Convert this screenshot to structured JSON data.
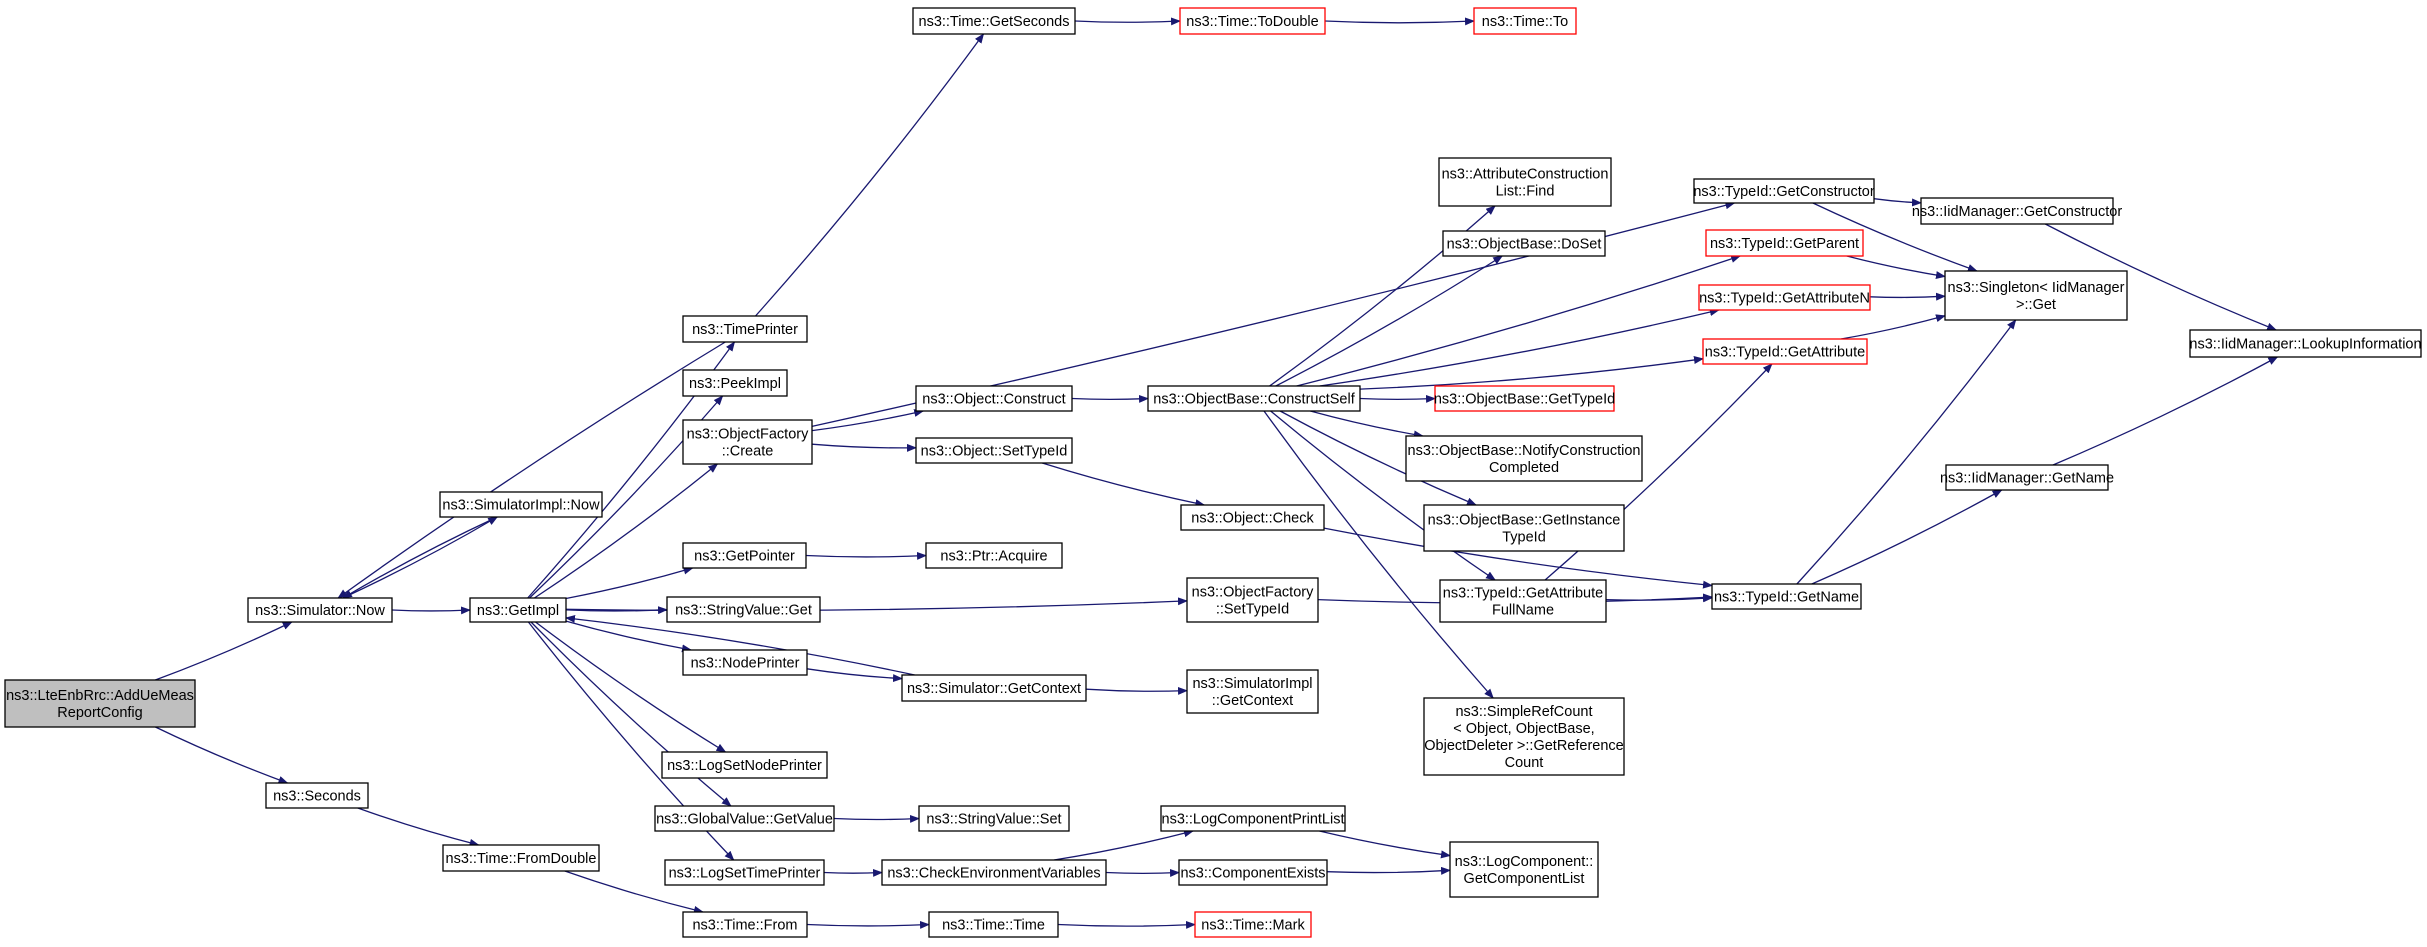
{
  "colors": {
    "edge": "#191970",
    "node_border": "#000000",
    "node_border_truncated": "#ff0000",
    "root_fill": "#bfbfbf",
    "node_fill": "#ffffff"
  },
  "nodes": [
    {
      "id": "root",
      "lines": [
        "ns3::LteEnbRrc::AddUeMeas",
        "ReportConfig"
      ],
      "style": "root"
    },
    {
      "id": "sim_now",
      "lines": [
        "ns3::Simulator::Now"
      ]
    },
    {
      "id": "seconds",
      "lines": [
        "ns3::Seconds"
      ]
    },
    {
      "id": "simimpl_now",
      "lines": [
        "ns3::SimulatorImpl::Now"
      ]
    },
    {
      "id": "getimpl",
      "lines": [
        "ns3::GetImpl"
      ]
    },
    {
      "id": "timeprinter",
      "lines": [
        "ns3::TimePrinter"
      ]
    },
    {
      "id": "peekimpl",
      "lines": [
        "ns3::PeekImpl"
      ]
    },
    {
      "id": "objfactory_create",
      "lines": [
        "ns3::ObjectFactory",
        "::Create"
      ]
    },
    {
      "id": "getpointer",
      "lines": [
        "ns3::GetPointer"
      ]
    },
    {
      "id": "stringvalue_get",
      "lines": [
        "ns3::StringValue::Get"
      ]
    },
    {
      "id": "nodeprinter",
      "lines": [
        "ns3::NodePrinter"
      ]
    },
    {
      "id": "logsetnodeprinter",
      "lines": [
        "ns3::LogSetNodePrinter"
      ]
    },
    {
      "id": "globalvalue_getvalue",
      "lines": [
        "ns3::GlobalValue::GetValue"
      ]
    },
    {
      "id": "logsettimeprinter",
      "lines": [
        "ns3::LogSetTimePrinter"
      ]
    },
    {
      "id": "time_fromdouble",
      "lines": [
        "ns3::Time::FromDouble"
      ]
    },
    {
      "id": "time_from",
      "lines": [
        "ns3::Time::From"
      ]
    },
    {
      "id": "time_getseconds",
      "lines": [
        "ns3::Time::GetSeconds"
      ]
    },
    {
      "id": "time_todouble",
      "lines": [
        "ns3::Time::ToDouble"
      ],
      "style": "truncated"
    },
    {
      "id": "time_to",
      "lines": [
        "ns3::Time::To"
      ],
      "style": "truncated"
    },
    {
      "id": "object_construct",
      "lines": [
        "ns3::Object::Construct"
      ]
    },
    {
      "id": "object_settypeid",
      "lines": [
        "ns3::Object::SetTypeId"
      ]
    },
    {
      "id": "ptr_acquire",
      "lines": [
        "ns3::Ptr::Acquire"
      ]
    },
    {
      "id": "sim_getcontext",
      "lines": [
        "ns3::Simulator::GetContext"
      ]
    },
    {
      "id": "stringvalue_set",
      "lines": [
        "ns3::StringValue::Set"
      ]
    },
    {
      "id": "checkenv",
      "lines": [
        "ns3::CheckEnvironmentVariables"
      ]
    },
    {
      "id": "time_time",
      "lines": [
        "ns3::Time::Time"
      ]
    },
    {
      "id": "object_check",
      "lines": [
        "ns3::Object::Check"
      ]
    },
    {
      "id": "objfactory_settypeid",
      "lines": [
        "ns3::ObjectFactory",
        "::SetTypeId"
      ]
    },
    {
      "id": "simimpl_getcontext",
      "lines": [
        "ns3::SimulatorImpl",
        "::GetContext"
      ]
    },
    {
      "id": "logcomp_printlist",
      "lines": [
        "ns3::LogComponentPrintList"
      ]
    },
    {
      "id": "componentexists",
      "lines": [
        "ns3::ComponentExists"
      ]
    },
    {
      "id": "time_mark",
      "lines": [
        "ns3::Time::Mark"
      ],
      "style": "truncated"
    },
    {
      "id": "objbase_constructself",
      "lines": [
        "ns3::ObjectBase::ConstructSelf"
      ]
    },
    {
      "id": "attrlist_find",
      "lines": [
        "ns3::AttributeConstruction",
        "List::Find"
      ]
    },
    {
      "id": "objbase_doset",
      "lines": [
        "ns3::ObjectBase::DoSet"
      ]
    },
    {
      "id": "objbase_gettypeid",
      "lines": [
        "ns3::ObjectBase::GetTypeId"
      ],
      "style": "truncated"
    },
    {
      "id": "objbase_notify",
      "lines": [
        "ns3::ObjectBase::NotifyConstruction",
        "Completed"
      ]
    },
    {
      "id": "objbase_getinstancetypeid",
      "lines": [
        "ns3::ObjectBase::GetInstance",
        "TypeId"
      ]
    },
    {
      "id": "typeid_getattrfullname",
      "lines": [
        "ns3::TypeId::GetAttribute",
        "FullName"
      ]
    },
    {
      "id": "simplerefcount",
      "lines": [
        "ns3::SimpleRefCount",
        "< Object, ObjectBase,",
        "ObjectDeleter >::GetReference",
        "Count"
      ]
    },
    {
      "id": "logcomp_getlist",
      "lines": [
        "ns3::LogComponent::",
        "GetComponentList"
      ]
    },
    {
      "id": "typeid_getconstructor",
      "lines": [
        "ns3::TypeId::GetConstructor"
      ]
    },
    {
      "id": "typeid_getparent",
      "lines": [
        "ns3::TypeId::GetParent"
      ],
      "style": "truncated"
    },
    {
      "id": "typeid_getattributen",
      "lines": [
        "ns3::TypeId::GetAttributeN"
      ],
      "style": "truncated"
    },
    {
      "id": "typeid_getattribute",
      "lines": [
        "ns3::TypeId::GetAttribute"
      ],
      "style": "truncated"
    },
    {
      "id": "typeid_getname",
      "lines": [
        "ns3::TypeId::GetName"
      ]
    },
    {
      "id": "iid_getconstructor",
      "lines": [
        "ns3::IidManager::GetConstructor"
      ]
    },
    {
      "id": "singleton_get",
      "lines": [
        "ns3::Singleton< IidManager",
        ">::Get"
      ]
    },
    {
      "id": "iid_getname",
      "lines": [
        "ns3::IidManager::GetName"
      ]
    },
    {
      "id": "iid_lookup",
      "lines": [
        "ns3::IidManager::LookupInformation"
      ]
    }
  ],
  "edges": [
    [
      "root",
      "sim_now"
    ],
    [
      "root",
      "seconds"
    ],
    [
      "sim_now",
      "simimpl_now"
    ],
    [
      "sim_now",
      "getimpl"
    ],
    [
      "simimpl_now",
      "sim_now"
    ],
    [
      "getimpl",
      "timeprinter"
    ],
    [
      "getimpl",
      "peekimpl"
    ],
    [
      "getimpl",
      "objfactory_create"
    ],
    [
      "getimpl",
      "getpointer"
    ],
    [
      "getimpl",
      "stringvalue_get"
    ],
    [
      "getimpl",
      "nodeprinter"
    ],
    [
      "getimpl",
      "logsetnodeprinter"
    ],
    [
      "getimpl",
      "globalvalue_getvalue"
    ],
    [
      "getimpl",
      "logsettimeprinter"
    ],
    [
      "getimpl",
      "objfactory_settypeid"
    ],
    [
      "timeprinter",
      "time_getseconds"
    ],
    [
      "timeprinter",
      "sim_now"
    ],
    [
      "time_getseconds",
      "time_todouble"
    ],
    [
      "time_todouble",
      "time_to"
    ],
    [
      "seconds",
      "time_fromdouble"
    ],
    [
      "time_fromdouble",
      "time_from"
    ],
    [
      "time_from",
      "time_time"
    ],
    [
      "time_time",
      "time_mark"
    ],
    [
      "objfactory_create",
      "object_construct"
    ],
    [
      "objfactory_create",
      "object_settypeid"
    ],
    [
      "objfactory_create",
      "typeid_getconstructor"
    ],
    [
      "object_construct",
      "objbase_constructself"
    ],
    [
      "object_settypeid",
      "object_check"
    ],
    [
      "getpointer",
      "ptr_acquire"
    ],
    [
      "nodeprinter",
      "sim_getcontext"
    ],
    [
      "sim_getcontext",
      "getimpl"
    ],
    [
      "sim_getcontext",
      "simimpl_getcontext"
    ],
    [
      "globalvalue_getvalue",
      "stringvalue_set"
    ],
    [
      "logsettimeprinter",
      "checkenv"
    ],
    [
      "checkenv",
      "logcomp_printlist"
    ],
    [
      "checkenv",
      "componentexists"
    ],
    [
      "logcomp_printlist",
      "logcomp_getlist"
    ],
    [
      "componentexists",
      "logcomp_getlist"
    ],
    [
      "object_check",
      "typeid_getname"
    ],
    [
      "objfactory_settypeid",
      "typeid_getname"
    ],
    [
      "objbase_constructself",
      "attrlist_find"
    ],
    [
      "objbase_constructself",
      "objbase_doset"
    ],
    [
      "objbase_constructself",
      "objbase_gettypeid"
    ],
    [
      "objbase_constructself",
      "objbase_notify"
    ],
    [
      "objbase_constructself",
      "objbase_getinstancetypeid"
    ],
    [
      "objbase_constructself",
      "typeid_getattrfullname"
    ],
    [
      "objbase_constructself",
      "simplerefcount"
    ],
    [
      "objbase_constructself",
      "typeid_getparent"
    ],
    [
      "objbase_constructself",
      "typeid_getattributen"
    ],
    [
      "objbase_constructself",
      "typeid_getattribute"
    ],
    [
      "typeid_getattrfullname",
      "typeid_getattribute"
    ],
    [
      "typeid_getattrfullname",
      "typeid_getname"
    ],
    [
      "typeid_getconstructor",
      "iid_getconstructor"
    ],
    [
      "typeid_getconstructor",
      "singleton_get"
    ],
    [
      "typeid_getparent",
      "singleton_get"
    ],
    [
      "typeid_getattributen",
      "singleton_get"
    ],
    [
      "typeid_getattribute",
      "singleton_get"
    ],
    [
      "typeid_getname",
      "singleton_get"
    ],
    [
      "typeid_getname",
      "iid_getname"
    ],
    [
      "iid_getconstructor",
      "iid_lookup"
    ],
    [
      "iid_getname",
      "iid_lookup"
    ]
  ]
}
